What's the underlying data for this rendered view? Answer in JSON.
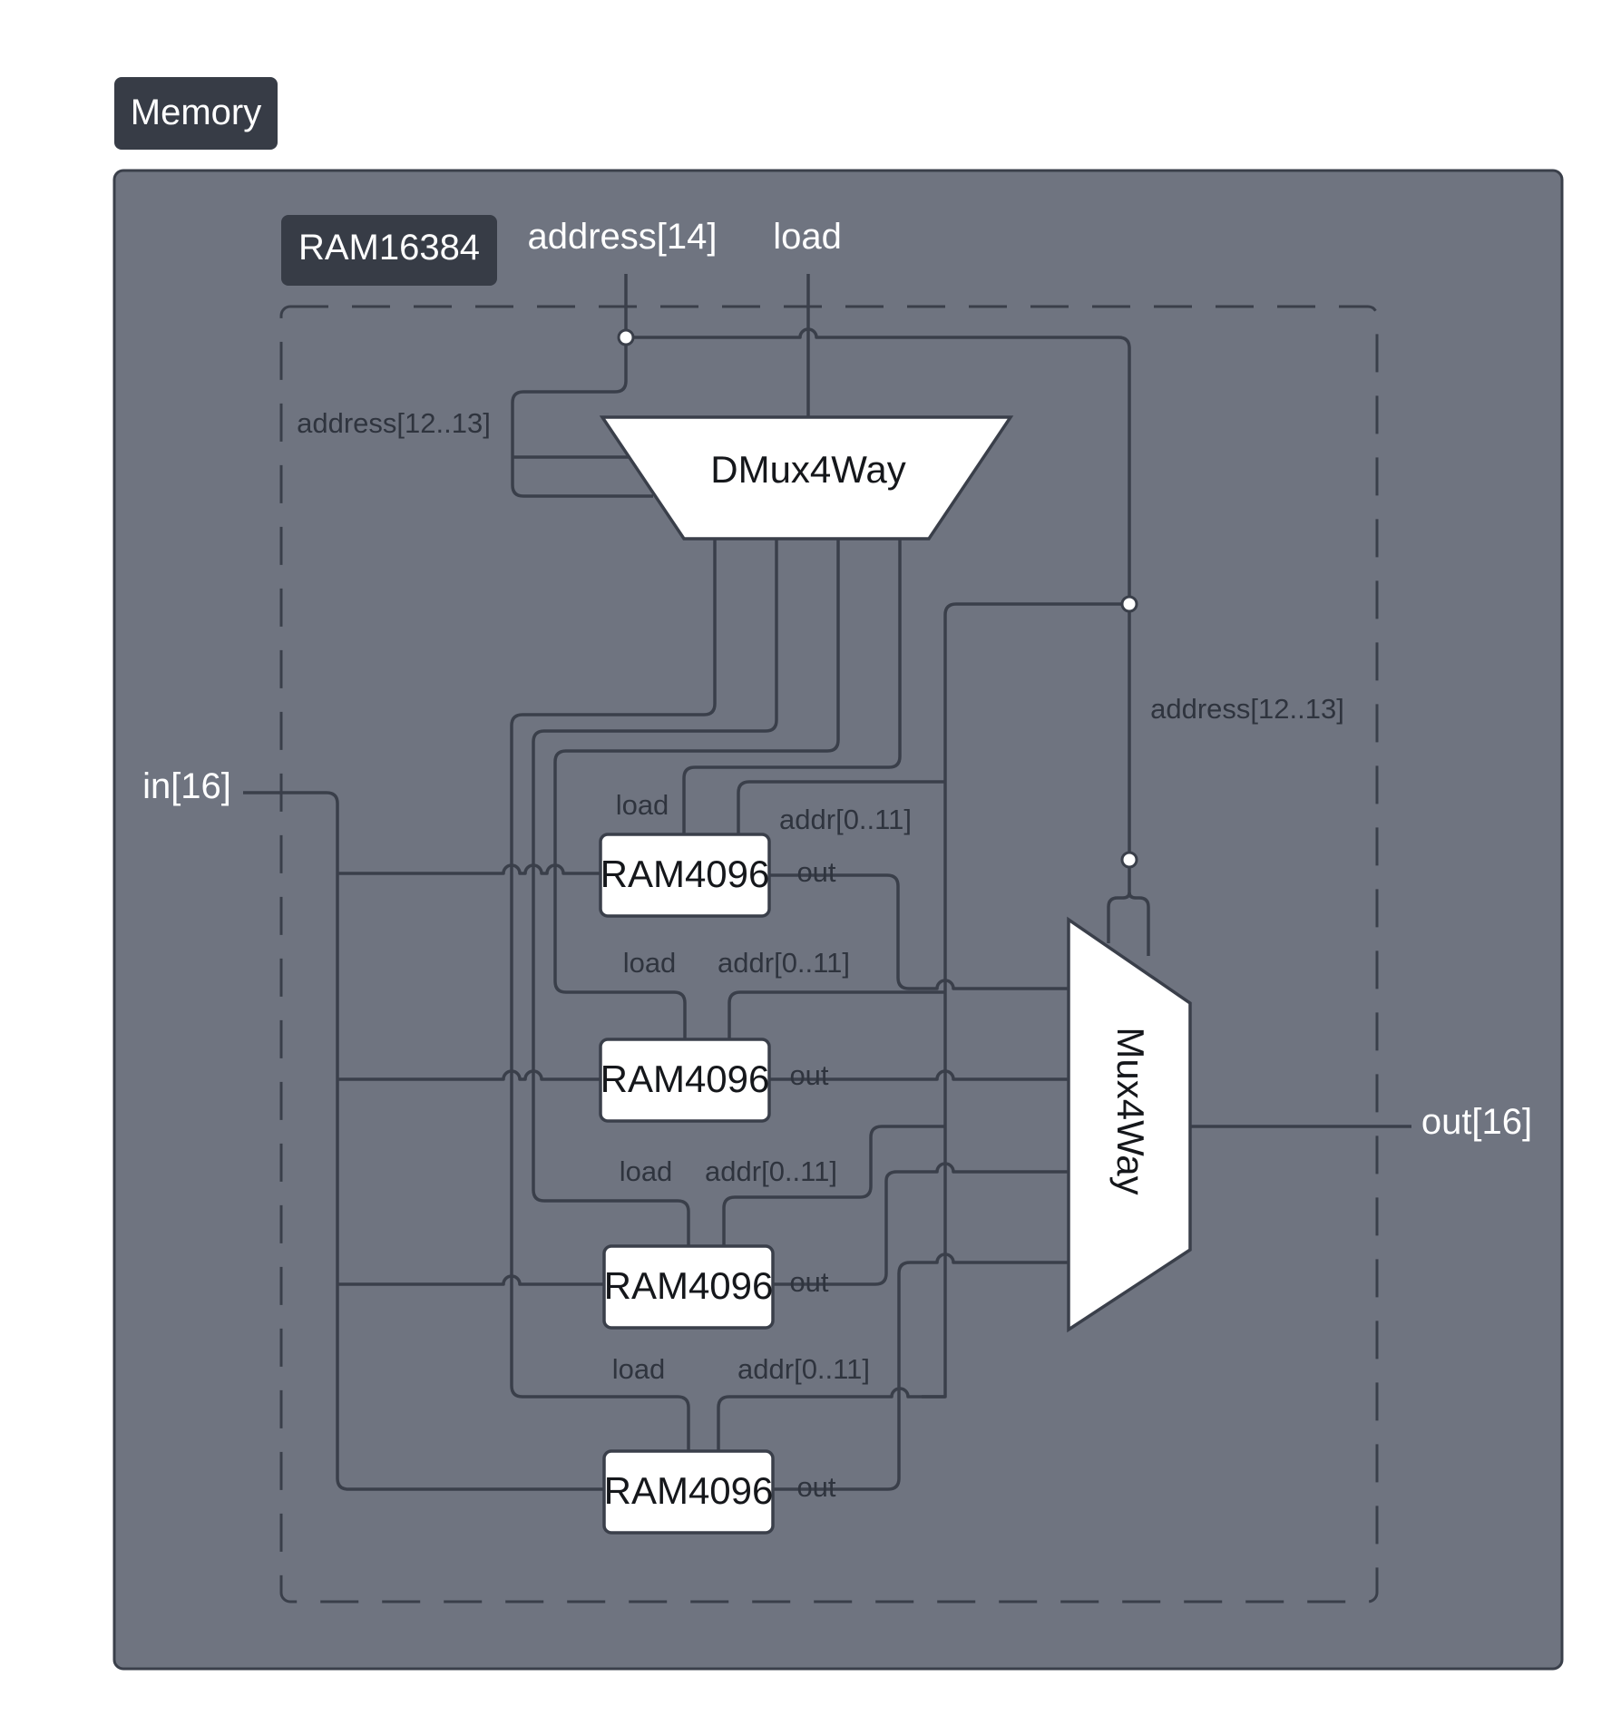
{
  "memory_label": "Memory",
  "ram16384_label": "RAM16384",
  "inputs": {
    "address": "address[14]",
    "load": "load",
    "in": "in[16]"
  },
  "output": "out[16]",
  "dmux": {
    "label": "DMux4Way",
    "sel_label": "address[12..13]"
  },
  "mux": {
    "label": "Mux4Way",
    "sel_label": "address[12..13]"
  },
  "rams": [
    {
      "label": "RAM4096",
      "load_label": "load",
      "addr_label": "addr[0..11]",
      "out_label": "out"
    },
    {
      "label": "RAM4096",
      "load_label": "load",
      "addr_label": "addr[0..11]",
      "out_label": "out"
    },
    {
      "label": "RAM4096",
      "load_label": "load",
      "addr_label": "addr[0..11]",
      "out_label": "out"
    },
    {
      "label": "RAM4096",
      "load_label": "load",
      "addr_label": "addr[0..11]",
      "out_label": "out"
    }
  ],
  "colors": {
    "panel": "#6f7480",
    "dark_tag": "#373c46",
    "wire": "#3a3f4a",
    "block_fill": "#ffffff"
  }
}
